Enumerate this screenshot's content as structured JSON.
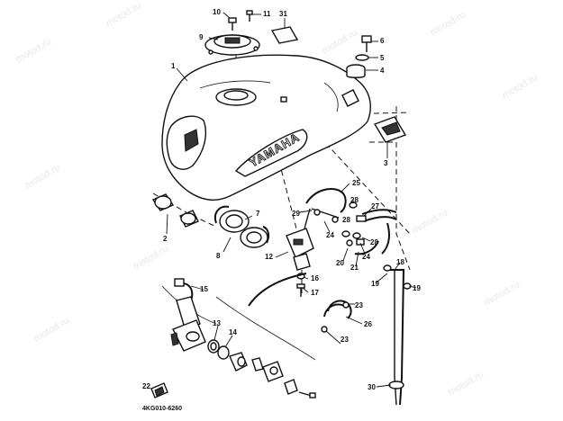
{
  "diagram": {
    "type": "exploded-parts",
    "watermark": "motod.ru",
    "brand_text": "YAMAHA",
    "figure_code": "4KG010-6260",
    "callouts": {
      "c1": "1",
      "c2": "2",
      "c3": "3",
      "c4": "4",
      "c5": "5",
      "c6": "6",
      "c7": "7",
      "c8": "8",
      "c9": "9",
      "c10": "10",
      "c11": "11",
      "c12": "12",
      "c13": "13",
      "c14": "14",
      "c15": "15",
      "c16": "16",
      "c17": "17",
      "c18": "18",
      "c19a": "19",
      "c19b": "19",
      "c20": "20",
      "c21": "21",
      "c22": "22",
      "c23a": "23",
      "c23b": "23",
      "c24a": "24",
      "c24b": "24",
      "c25": "25",
      "c26": "26",
      "c27": "27",
      "c28a": "28",
      "c28b": "28",
      "c28c": "28",
      "c29": "29",
      "c30": "30",
      "c31": "31"
    }
  }
}
